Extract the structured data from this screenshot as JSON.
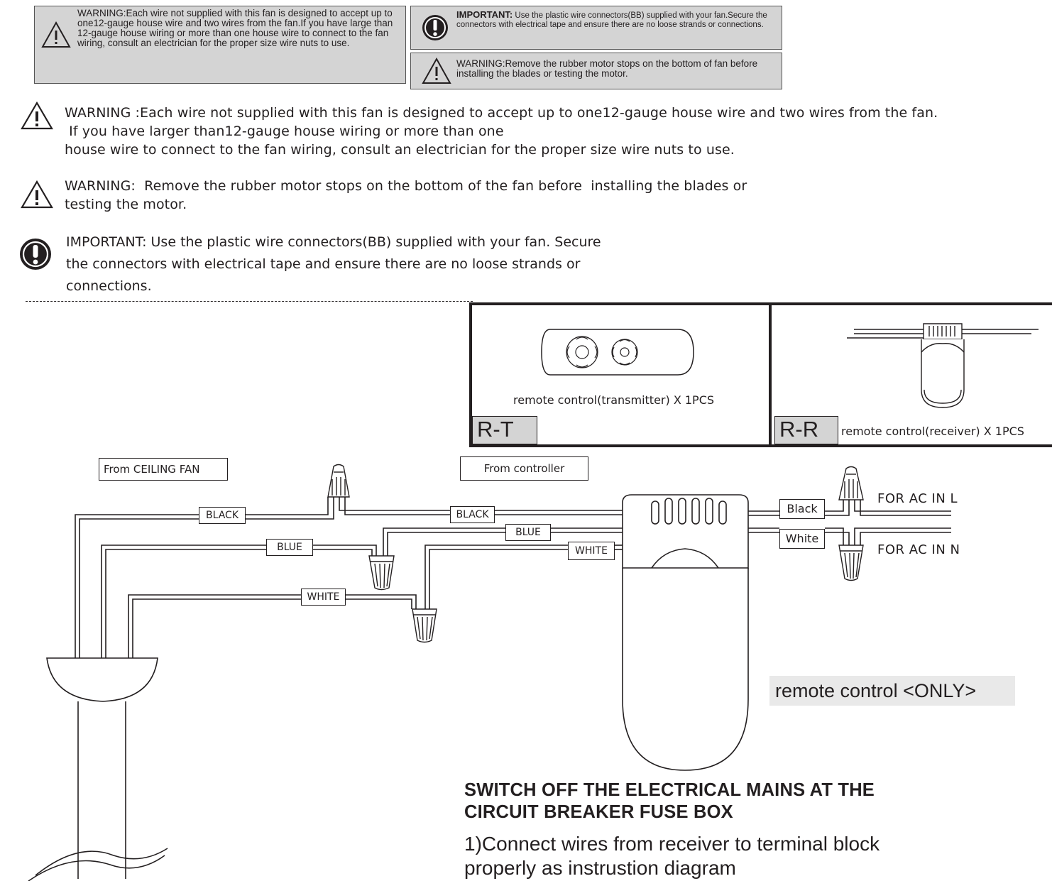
{
  "top_notes": {
    "warning_wire": "WARNING:Each wire not supplied with this fan is designed to accept up to one12-gauge house wire and two wires from the fan.If you have large than 12-gauge house wiring or more than one house wire to connect to the fan wiring, consult an electrician for the proper size wire nuts to use.",
    "important_prefix": "IMPORTANT:",
    "important_body": " Use  the  plastic wire connectors(BB) supplied with your fan.Secure the connectors with electrical tape and ensure there are no loose strands or connections.",
    "warning_stops": "WARNING:Remove the rubber motor stops on the bottom of fan before installing the blades or testing the motor."
  },
  "notes": {
    "warning1": "WARNING :Each wire not supplied with this fan is designed to accept up to one12-gauge house wire and two wires from the fan.\n If you have larger than12-gauge house wiring or more than one\nhouse wire to connect to the fan wiring, consult an electrician for the proper size wire nuts to use.",
    "warning2": "WARNING:  Remove the rubber motor stops on the bottom of the fan before  installing the blades or\ntesting the motor.",
    "important": "IMPORTANT: Use the plastic wire connectors(BB) supplied with your fan. Secure\nthe connectors with electrical tape and ensure there are no loose strands or\nconnections."
  },
  "parts": {
    "transmitter_caption": "remote control(transmitter)  X 1PCS",
    "transmitter_code": "R-T",
    "receiver_caption": "remote control(receiver)  X  1PCS",
    "receiver_code": "R-R"
  },
  "diagram": {
    "from_fan": "From CEILING FAN",
    "from_controller": "From controller",
    "wire_labels": {
      "black_fan": "BLACK",
      "blue_fan": "BLUE",
      "white_fan": "WHITE",
      "black_ctrl": "BLACK",
      "blue_ctrl": "BLUE",
      "white_ctrl": "WHITE",
      "black_ac": "Black",
      "white_ac": "White"
    },
    "ac_l": "FOR AC IN L",
    "ac_n": "FOR AC IN N",
    "remote_only": "remote control <ONLY>"
  },
  "instructions": {
    "heading": "SWITCH OFF THE ELECTRICAL MAINS AT THE\nCIRCUIT BREAKER FUSE BOX",
    "step1": "1)Connect wires from receiver to terminal block\nproperly as instrustion diagram"
  },
  "colors": {
    "ink": "#231f20",
    "label_gray": "#d4d4d4",
    "remote_only_bg": "#e9e9e9"
  },
  "icons": [
    "warning-triangle-icon",
    "important-exclamation-icon"
  ]
}
